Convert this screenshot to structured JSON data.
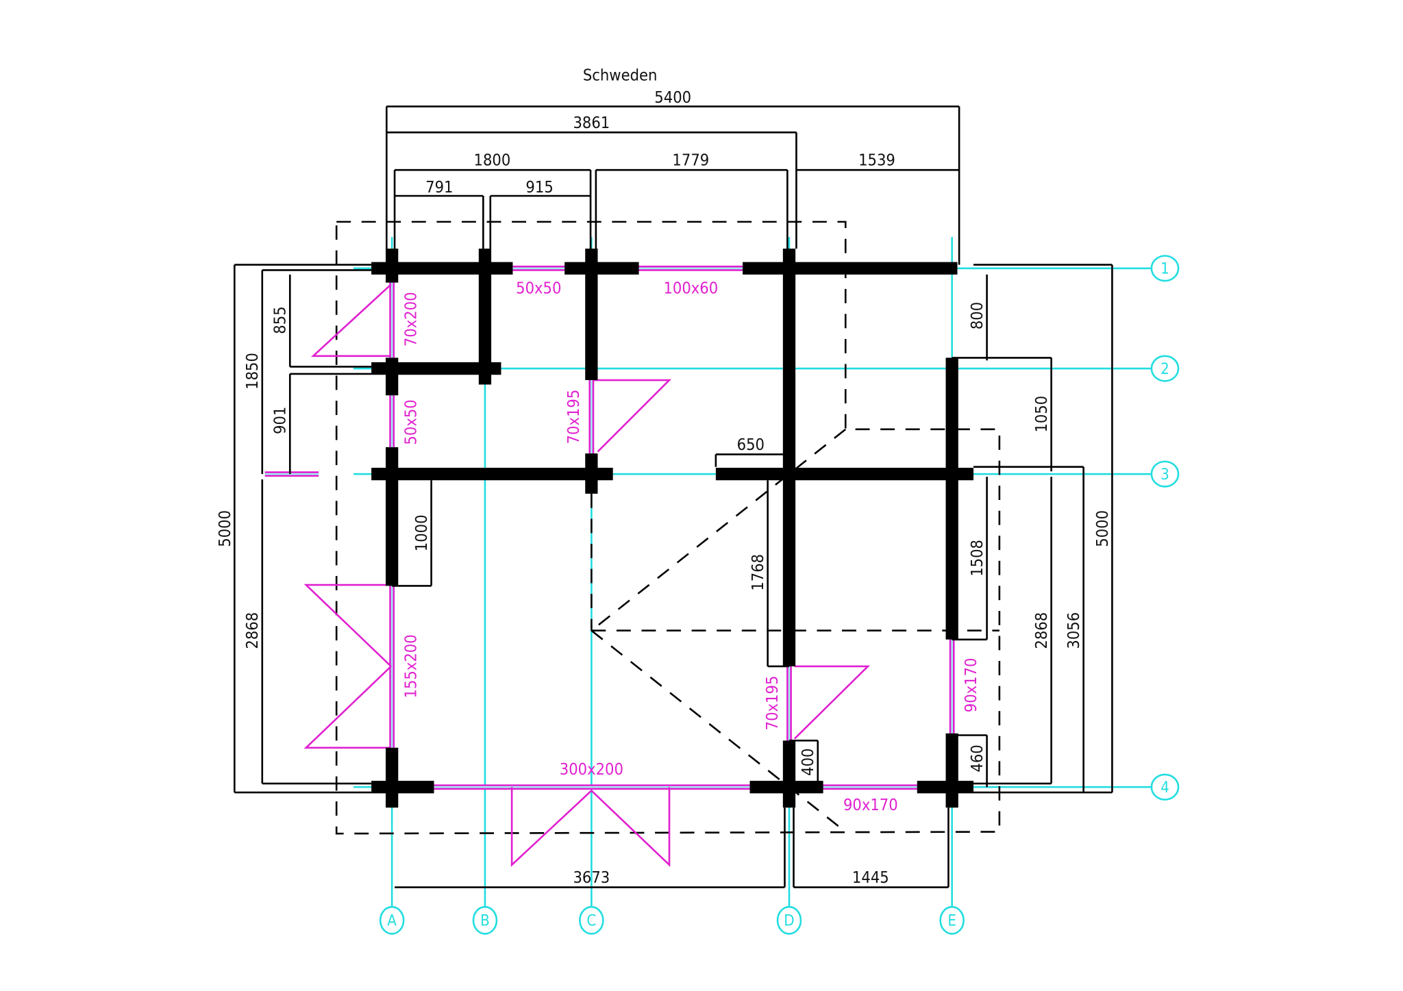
{
  "title": "Schweden",
  "grid_axes": {
    "columns": [
      "A",
      "B",
      "C",
      "D",
      "E"
    ],
    "rows": [
      "1",
      "2",
      "3",
      "4"
    ]
  },
  "dimensions": {
    "top": {
      "total": "5400",
      "partial": "3861",
      "d1800": "1800",
      "d1779": "1779",
      "d1539": "1539",
      "d791": "791",
      "d915": "915"
    },
    "bottom": {
      "d3673": "3673",
      "d1445": "1445"
    },
    "left": {
      "total": "5000",
      "d1850": "1850",
      "d2868": "2868",
      "d855": "855",
      "d901": "901"
    },
    "right": {
      "total": "5000",
      "d3056": "3056",
      "d1050": "1050",
      "d2868": "2868",
      "d800": "800",
      "d1508": "1508",
      "d460": "460"
    },
    "interior": {
      "d1000": "1000",
      "d1768": "1768",
      "d650": "650",
      "d400": "400"
    }
  },
  "openings": {
    "w50x50_top": "50x50",
    "w100x60": "100x60",
    "d70x200": "70x200",
    "w50x50_left": "50x50",
    "d70x195_c": "70x195",
    "d155x200": "155x200",
    "d300x200": "300x200",
    "d70x195_d": "70x195",
    "w90x170_right": "90x170",
    "w90x170_bottom": "90x170"
  }
}
